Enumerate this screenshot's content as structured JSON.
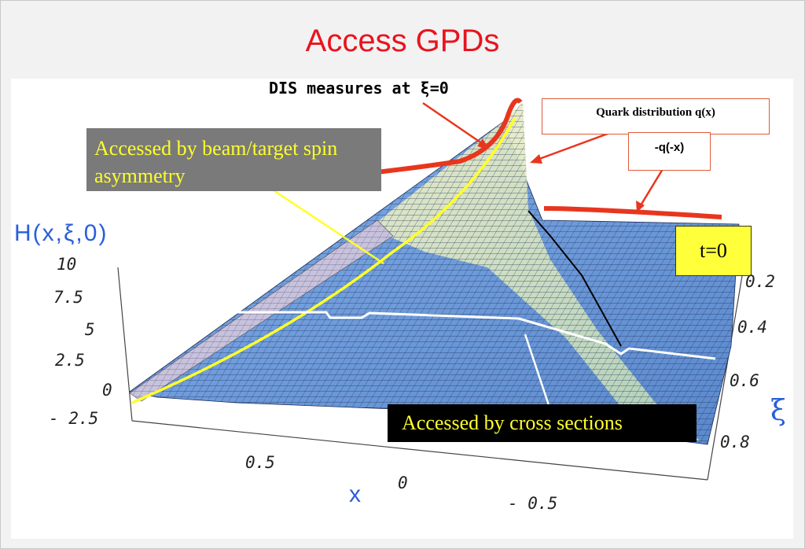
{
  "title": "Access GPDs",
  "dis_label": "DIS measures at ξ=0",
  "quark_distribution_label": "Quark distribution q(x)",
  "antiquark_label": "-q(-x)",
  "spin_asymmetry_label": "Accessed by beam/target spin asymmetry",
  "cross_sections_label": "Accessed by cross sections",
  "t_label": "t=0",
  "surface_axis_label": "H(x,ξ,0)",
  "xi_axis_label": "ξ",
  "x_axis_label": "x",
  "h_ticks": [
    "10",
    "7.5",
    "5",
    "2.5",
    "0",
    "- 2.5"
  ],
  "xi_ticks": [
    "0.2",
    "0.4",
    "0.6",
    "0.8"
  ],
  "x_ticks": [
    "0.5",
    "0",
    "- 0.5"
  ],
  "colors": {
    "title": "#e8141e",
    "annotation_yellow": "#ffff2a",
    "curve_red": "#e8361e",
    "surface_blue": "#6f9fe0",
    "axis_label_blue": "#2a5fd8"
  }
}
